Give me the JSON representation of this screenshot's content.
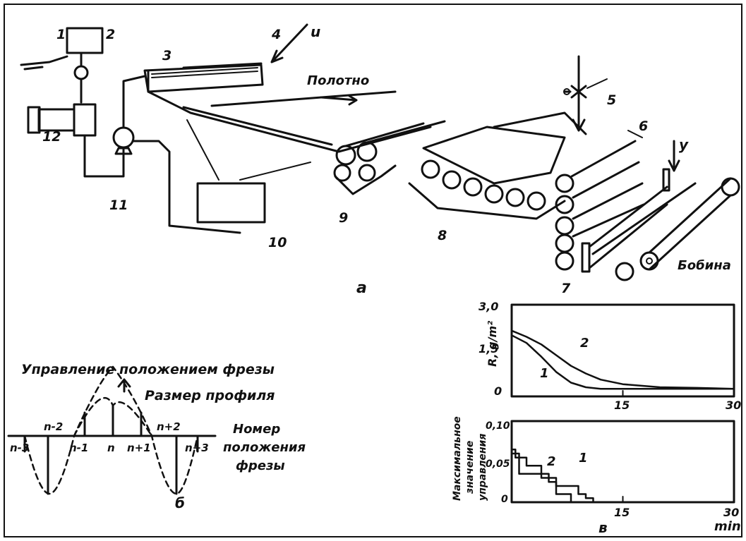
{
  "panel_a": {
    "letter": "a",
    "web_label": "Полотно",
    "reel_label": "Бобина",
    "input_u_label": "u",
    "output_y_label": "y",
    "numbers": [
      "1",
      "2",
      "3",
      "4",
      "5",
      "6",
      "7",
      "8",
      "9",
      "10",
      "11",
      "12"
    ]
  },
  "panel_b": {
    "letter": "б",
    "title": "Управление положением фрезы",
    "profile_label": "Размер профиля",
    "axis_label_line1": "Номер",
    "axis_label_line2": "положения",
    "axis_label_line3": "фрезы",
    "tick_labels": [
      "n-3",
      "n-2",
      "n-1",
      "n",
      "n+1",
      "n+2",
      "n+3"
    ]
  },
  "panel_c": {
    "letter": "в",
    "chart_data": [
      {
        "type": "line",
        "ylabel": "R, g/m²",
        "yticks": [
          "3,0",
          "1,5",
          "0"
        ],
        "xticks": [
          "15",
          "30"
        ],
        "xlim": [
          0,
          30
        ],
        "ylim": [
          0,
          3.0
        ],
        "series": [
          {
            "name": "1",
            "x": [
              0,
              2,
              4,
              6,
              8,
              10,
              12,
              15,
              20,
              25,
              30
            ],
            "y": [
              2.0,
              1.75,
              1.3,
              0.8,
              0.45,
              0.3,
              0.25,
              0.25,
              0.25,
              0.25,
              0.25
            ]
          },
          {
            "name": "2",
            "x": [
              0,
              2,
              4,
              6,
              8,
              10,
              12,
              15,
              20,
              25,
              30
            ],
            "y": [
              2.15,
              1.95,
              1.7,
              1.35,
              1.0,
              0.75,
              0.55,
              0.4,
              0.3,
              0.28,
              0.25
            ]
          }
        ]
      },
      {
        "type": "line",
        "ylabel_line1": "Максимальное",
        "ylabel_line2": "значение",
        "ylabel_line3": "управления",
        "yticks": [
          "0,10",
          "0,05",
          "0"
        ],
        "xticks": [
          "15",
          "30"
        ],
        "xlabel": "min",
        "xlim": [
          0,
          30
        ],
        "ylim": [
          0,
          0.1
        ],
        "series": [
          {
            "name": "1",
            "x": [
              0,
              1,
              1,
              5,
              5,
              6,
              6,
              9,
              9,
              10,
              10,
              11,
              11,
              30
            ],
            "y": [
              0.06,
              0.06,
              0.035,
              0.035,
              0.025,
              0.025,
              0.02,
              0.02,
              0.01,
              0.01,
              0.005,
              0.005,
              0.0,
              0.0
            ]
          },
          {
            "name": "2",
            "x": [
              0,
              0.5,
              0.5,
              2,
              2,
              4,
              4,
              6,
              6,
              8,
              8,
              30
            ],
            "y": [
              0.065,
              0.065,
              0.055,
              0.055,
              0.045,
              0.045,
              0.03,
              0.03,
              0.01,
              0.01,
              0.0,
              0.0
            ]
          }
        ]
      }
    ]
  }
}
